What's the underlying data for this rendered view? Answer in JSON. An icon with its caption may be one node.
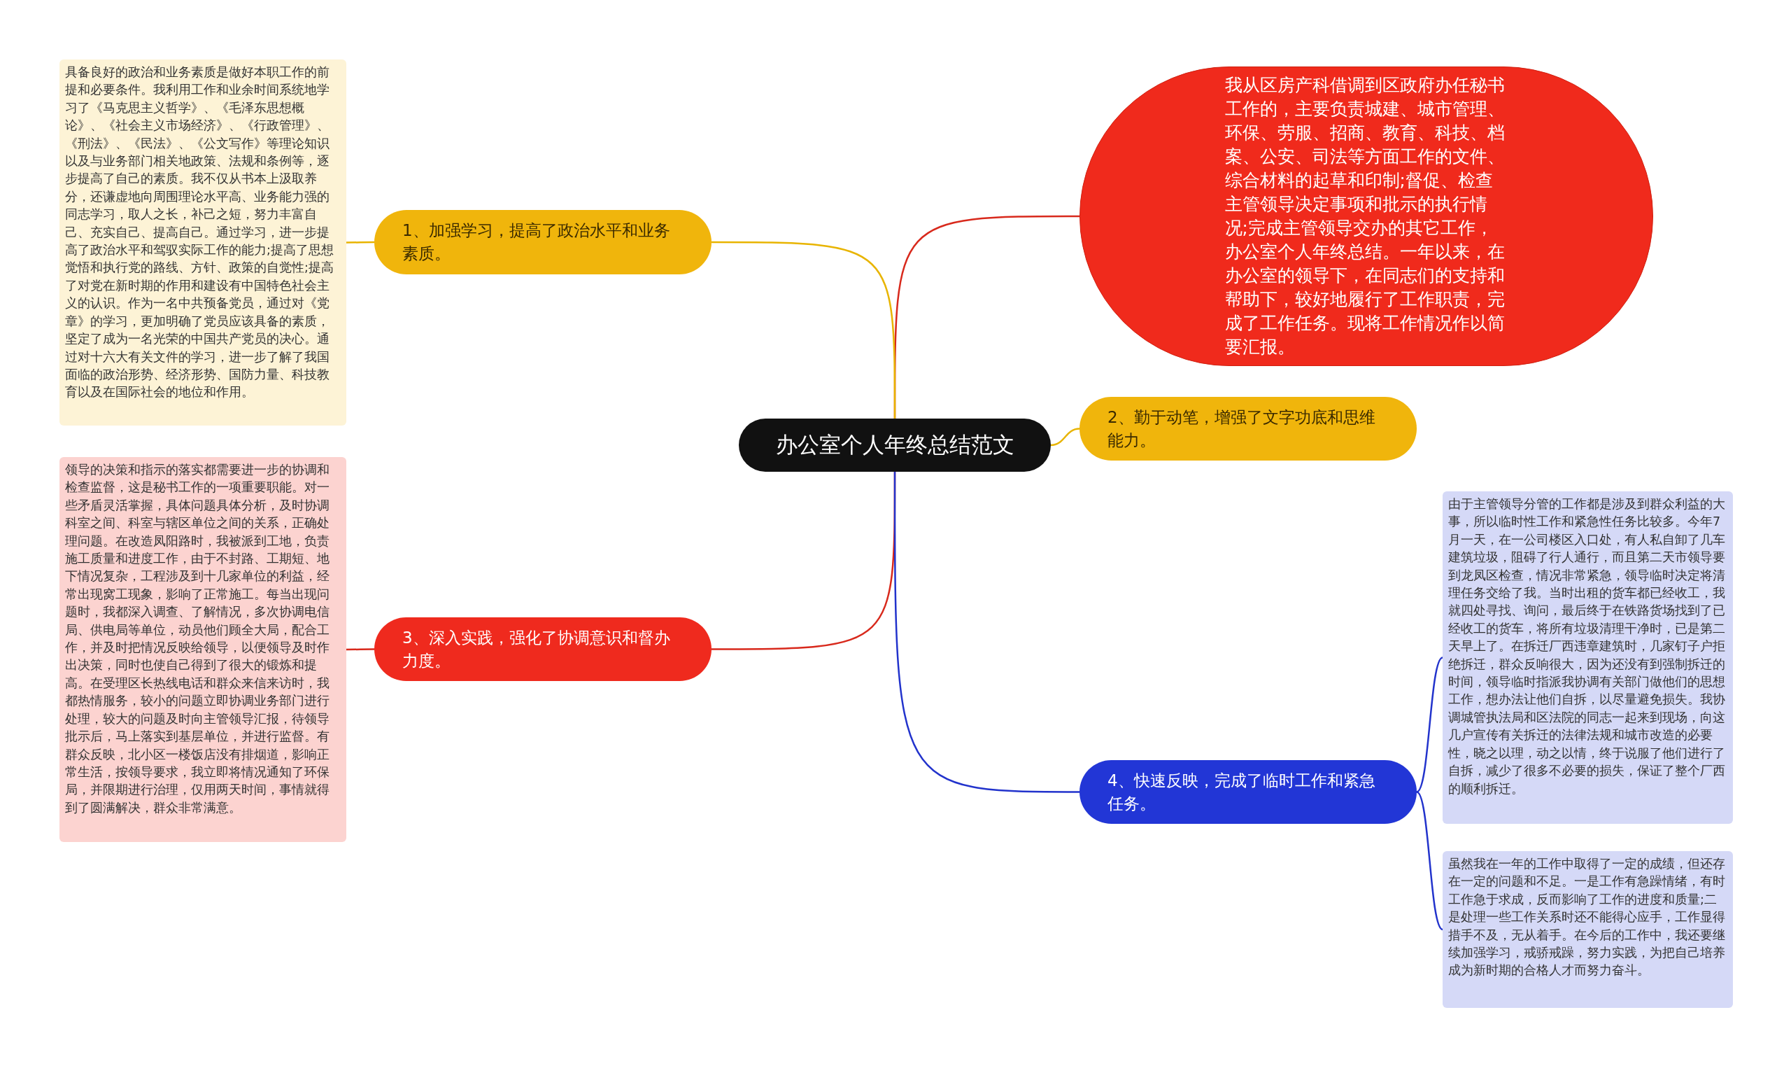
{
  "diagram": {
    "nodes": [
      {
        "text": [
          "办公室个人年终总结范文"
        ]
      },
      {
        "text": [
          "我从区房产科借调到区政府办任秘书工作的，主要负责城建、城市管理、环保、劳服、招商、教育、科技、档案、公安、司法等方面工作的文件、综合材料的起草和印制;督促、检查主管领导决定事项和批示的执行情况;完成主管领导交办的其它工作，办公室个人年终总结。一年以来，在办公室的领导下，在同志们的支持和帮助下，较好地履行了工作职责，完成了工作任务。现将工作情况作以简要汇报。"
        ]
      },
      {
        "text": [
          "1、加强学习，提高了政治水平和业务素质。"
        ]
      },
      {
        "text": [
          "具备良好的政治和业务素质是做好本职工作的前提和必要条件。我利用工作和业余时间系统地学习了《马克思主义哲学》、《毛泽东思想概论》、《社会主义市场经济》、《行政管理》、《刑法》、《民法》、《公文写作》等理论知识以及与业务部门相关地政策、法规和条例等，逐步提高了自己的素质。我不仅从书本上汲取养分，还谦虚地向周围理论水平高、业务能力强的同志学习，取人之长，补己之短，努力丰富自己、充实自己、提高自己。通过学习，进一步提高了政治水平和驾驭实际工作的能力;提高了思想觉悟和执行党的路线、方针、政策的自觉性;提高了对党在新时期的作用和建设有中国特色社会主义的认识。作为一名中共预备党员，通过对《党章》的学习，更加明确了党员应该具备的素质，坚定了成为一名光荣的中国共产党员的决心。通过对十六大有关文件的学习，进一步了解了我国面临的政治形势、经济形势、国防力量、科技教育以及在国际社会的地位和作用。"
        ]
      },
      {
        "text": [
          "2、勤于动笔，增强了文字功底和思维能力。"
        ]
      },
      {
        "text": [
          "3、深入实践，强化了协调意识和督办力度。"
        ]
      },
      {
        "text": [
          "领导的决策和指示的落实都需要进一步的协调和检查监督，这是秘书工作的一项重要职能。对一些矛盾灵活掌握，具体问题具体分析，及时协调科室之间、科室与辖区单位之间的关系，正确处理问题。在改造凤阳路时，我被派到工地，负责施工质量和进度工作，由于不封路、工期短、地下情况复杂，工程涉及到十几家单位的利益，经常出现窝工现象，影响了正常施工。每当出现问题时，我都深入调查、了解情况，多次协调电信局、供电局等单位，动员他们顾全大局，配合工作，并及时把情况反映给领导，以便领导及时作出决策，同时也使自己得到了很大的锻炼和提高。在受理区长热线电话和群众来信来访时，我都热情服务，较小的问题立即协调业务部门进行处理，较大的问题及时向主管领导汇报，待领导批示后，马上落实到基层单位，并进行监督。有群众反映，北小区一楼饭店没有排烟道，影响正常生活，按领导要求，我立即将情况通知了环保局，并限期进行治理，仅用两天时间，事情就得到了圆满解决，群众非常满意。"
        ]
      },
      {
        "text": [
          "4、快速反映，完成了临时工作和紧急任务。"
        ]
      },
      {
        "text": [
          "由于主管领导分管的工作都是涉及到群众利益的大事，所以临时性工作和紧急性任务比较多。今年7月一天，在一公司楼区入口处，有人私自卸了几车建筑垃圾，阻碍了行人通行，而且第二天市领导要到龙凤区检查，情况非常紧急，领导临时决定将清理任务交给了我。当时出租的货车都已经收工，我就四处寻找、询问，最后终于在铁路货场找到了已经收工的货车，将所有垃圾清理干净时，已是第二天早上了。在拆迁厂西违章建筑时，几家钉子户拒绝拆迁，群众反响很大，因为还没有到强制拆迁的时间，领导临时指派我协调有关部门做他们的思想工作，想办法让他们自拆，以尽量避免损失。我协调城管执法局和区法院的同志一起来到现场，向这几户宣传有关拆迁的法律法规和城市改造的必要性，晓之以理，动之以情，终于说服了他们进行了自拆，减少了很多不必要的损失，保证了整个厂西的顺利拆迁。"
        ]
      },
      {
        "text": [
          "虽然我在一年的工作中取得了一定的成绩，但还存在一定的问题和不足。一是工作有急躁情绪，有时工作急于求成，反而影响了工作的进度和质量;二是处理一些工作关系时还不能得心应手，工作显得措手不及，无从着手。在今后的工作中，我还要继续加强学习，戒骄戒躁，努力实践，为把自己培养成为新时期的合格人才而努力奋斗。"
        ]
      }
    ],
    "edges": [
      {
        "from": 0,
        "to": 1,
        "arrow": "none",
        "color": "#d8291c"
      },
      {
        "from": 0,
        "to": 2,
        "arrow": "none",
        "color": "#e8b400"
      },
      {
        "from": 0,
        "to": 4,
        "arrow": "none",
        "color": "#e8b400"
      },
      {
        "from": 0,
        "to": 5,
        "arrow": "none",
        "color": "#d8291c"
      },
      {
        "from": 0,
        "to": 7,
        "arrow": "none",
        "color": "#2233cc"
      },
      {
        "from": 2,
        "to": 3,
        "arrow": "none",
        "color": "#e8b400"
      },
      {
        "from": 5,
        "to": 6,
        "arrow": "none",
        "color": "#d8291c"
      },
      {
        "from": 7,
        "to": 8,
        "arrow": "none",
        "color": "#2233cc"
      },
      {
        "from": 7,
        "to": 9,
        "arrow": "none",
        "color": "#2233cc"
      }
    ]
  }
}
